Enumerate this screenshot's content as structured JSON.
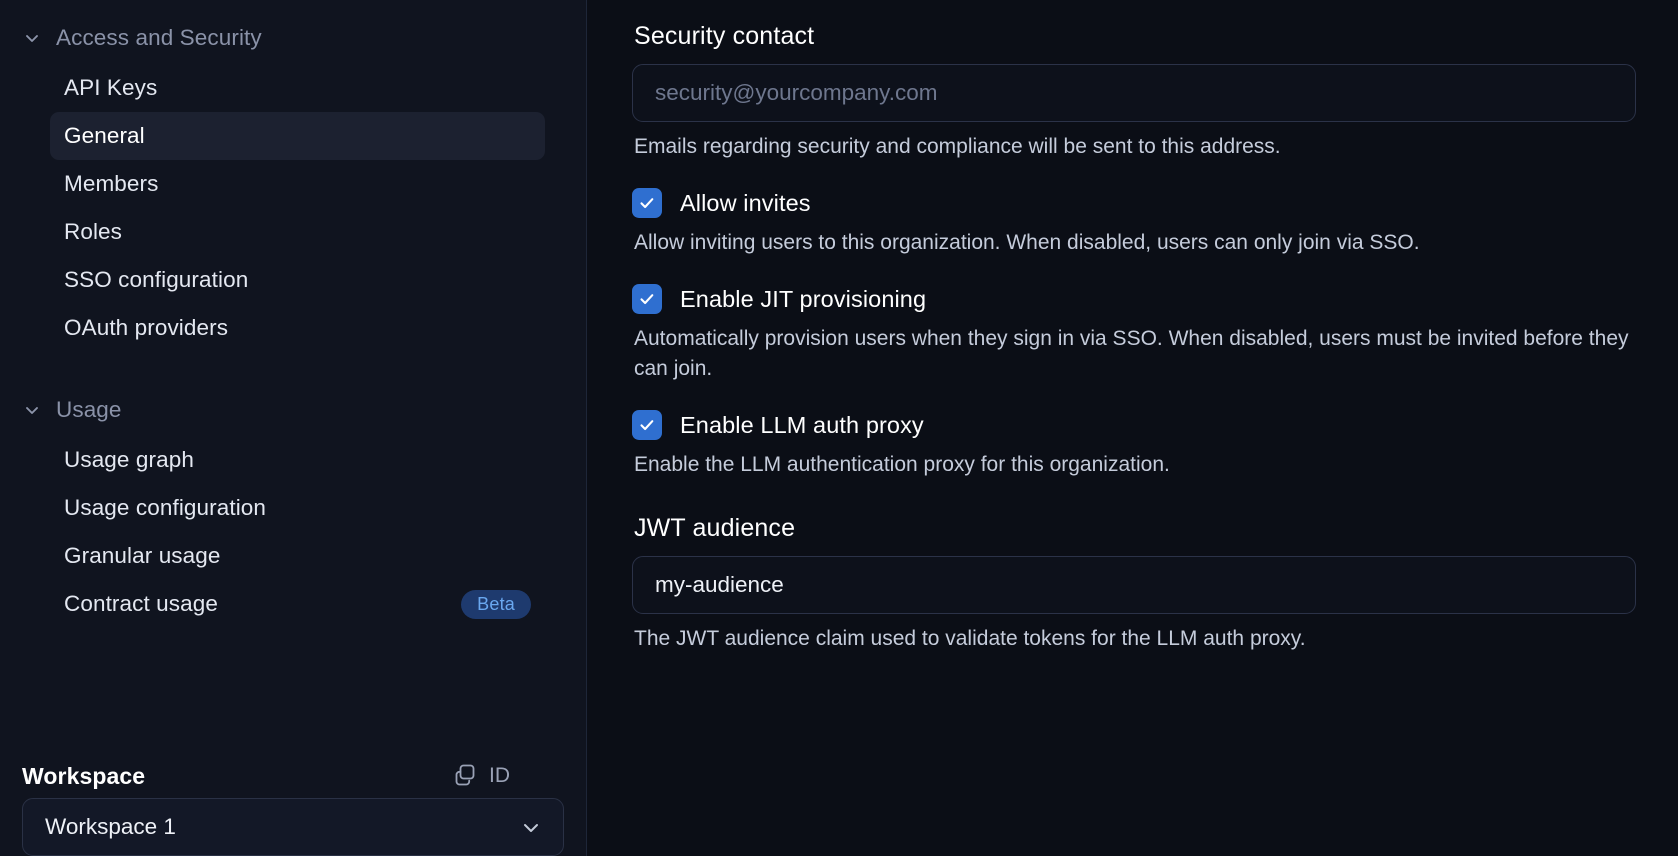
{
  "theme": {
    "page_bg": "#0b0e16",
    "sidebar_bg": "#10141f",
    "accent": "#2f6fd0",
    "badge_bg": "#1e3a6e",
    "badge_text": "#6aa8f0",
    "active_item_bg": "#1c2130"
  },
  "sidebar": {
    "groups": [
      {
        "label": "Access and Security",
        "expanded": true,
        "chevron_icon": "chevron-down-icon",
        "items": [
          {
            "label": "API Keys",
            "active": false,
            "badge": ""
          },
          {
            "label": "General",
            "active": true,
            "badge": ""
          },
          {
            "label": "Members",
            "active": false,
            "badge": ""
          },
          {
            "label": "Roles",
            "active": false,
            "badge": ""
          },
          {
            "label": "SSO configuration",
            "active": false,
            "badge": ""
          },
          {
            "label": "OAuth providers",
            "active": false,
            "badge": ""
          }
        ]
      },
      {
        "label": "Usage",
        "expanded": true,
        "chevron_icon": "chevron-down-icon",
        "items": [
          {
            "label": "Usage graph",
            "active": false,
            "badge": ""
          },
          {
            "label": "Usage configuration",
            "active": false,
            "badge": ""
          },
          {
            "label": "Granular usage",
            "active": false,
            "badge": ""
          },
          {
            "label": "Contract usage",
            "active": false,
            "badge": "Beta"
          }
        ]
      }
    ],
    "workspace": {
      "title": "Workspace",
      "id_label": "ID",
      "copy_icon": "copy-icon",
      "selected": "Workspace 1",
      "chevron_icon": "chevron-down-icon"
    }
  },
  "main": {
    "security_contact": {
      "label": "Security contact",
      "value": "",
      "placeholder": "security@yourcompany.com",
      "helper": "Emails regarding security and compliance will be sent to this address."
    },
    "toggles": [
      {
        "label": "Allow invites",
        "checked": true,
        "helper": "Allow inviting users to this organization. When disabled, users can only join via SSO."
      },
      {
        "label": "Enable JIT provisioning",
        "checked": true,
        "helper": "Automatically provision users when they sign in via SSO. When disabled, users must be invited before they can join."
      },
      {
        "label": "Enable LLM auth proxy",
        "checked": true,
        "helper": "Enable the LLM authentication proxy for this organization."
      }
    ],
    "jwt_audience": {
      "label": "JWT audience",
      "value": "my-audience",
      "placeholder": "",
      "helper": "The JWT audience claim used to validate tokens for the LLM auth proxy."
    }
  }
}
